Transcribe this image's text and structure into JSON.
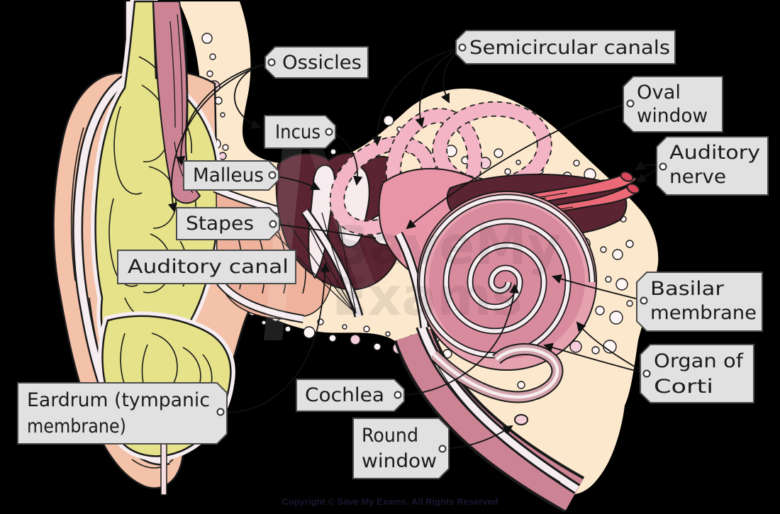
{
  "labels": {
    "ossicles": {
      "text": "Ossicles"
    },
    "semicircular_canals": {
      "text": "Semicircular canals"
    },
    "incus": {
      "text": "Incus"
    },
    "oval_window": {
      "line1": "Oval",
      "line2": "window"
    },
    "malleus": {
      "text": "Malleus"
    },
    "auditory_nerve": {
      "line1": "Auditory",
      "line2": "nerve"
    },
    "stapes": {
      "text": "Stapes"
    },
    "auditory_canal": {
      "text": "Auditory canal"
    },
    "eardrum": {
      "line1": "Eardrum (tympanic",
      "line2": "membrane)"
    },
    "cochlea": {
      "text": "Cochlea"
    },
    "round_window": {
      "line1": "Round",
      "line2": "window"
    },
    "basilar_membrane": {
      "line1": "Basilar",
      "line2": "membrane"
    },
    "organ_of_corti": {
      "line1": "Organ of",
      "line2": "Corti"
    }
  },
  "watermark": {
    "line1": "SaveMy",
    "line2": "Exams"
  },
  "footer": {
    "copyright": "Copyright © Save My Exams. All Rights Reserved"
  },
  "colors": {
    "background": "#000000",
    "bone_cream": "#fce8cd",
    "skin": "#f4c1a9",
    "canal_skin": "#efb39d",
    "ear_cartilage": "#e6e289",
    "muscle_band": "#cc8494",
    "white_band": "#f6edf0",
    "canal_loop_pink": "#f3b5c5",
    "vestibule_pink": "#e895a7",
    "cochlea_pink": "#d98b9e",
    "cochlea_outer_pink": "#e7a2b0",
    "middle_ear_maroon": "#5b2432",
    "nerve_red": "#ec6a77",
    "nerve_cut_red": "#d8475c",
    "duct_mauve": "#d2a3ab",
    "bubble_white": "#fdf5f6",
    "bubble_pink": "#f6cedb",
    "label_bg": "#e1e1e1",
    "label_border": "#4c4c4c",
    "label_text": "#1c1c1c",
    "leader_line": "#111111",
    "copyright_text": "#171730"
  }
}
